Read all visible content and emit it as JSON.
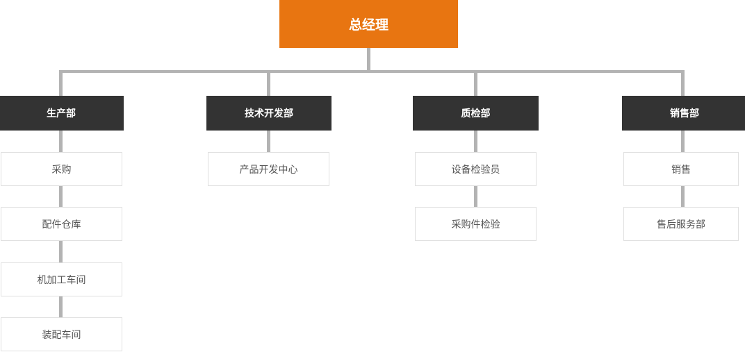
{
  "org": {
    "root": {
      "label": "总经理"
    },
    "departments": [
      {
        "label": "生产部",
        "children": [
          "采购",
          "配件仓库",
          "机加工车间",
          "装配车间"
        ]
      },
      {
        "label": "技术开发部",
        "children": [
          "产品开发中心"
        ]
      },
      {
        "label": "质检部",
        "children": [
          "设备检验员",
          "采购件检验"
        ]
      },
      {
        "label": "销售部",
        "children": [
          "销售",
          "售后服务部"
        ]
      }
    ]
  },
  "colors": {
    "root_bg": "#e87511",
    "dept_bg": "#333333",
    "connector": "#b3b3b3",
    "sub_box_border": "#e0e0e0",
    "sub_box_text": "#555555",
    "sub_box_bg": "#ffffff",
    "background": "#ffffff",
    "root_text": "#ffffff",
    "dept_text": "#ffffff"
  }
}
